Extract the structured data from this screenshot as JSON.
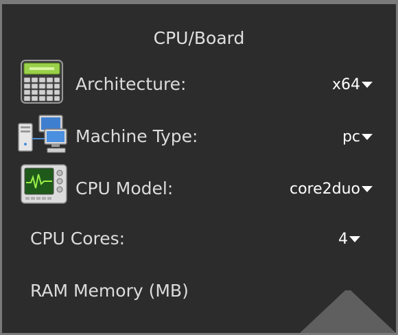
{
  "panel": {
    "title": "CPU/Board"
  },
  "rows": {
    "architecture": {
      "label": "Architecture:",
      "value": "x64",
      "icon": "calculator-icon"
    },
    "machine_type": {
      "label": "Machine Type:",
      "value": "pc",
      "icon": "network-computers-icon"
    },
    "cpu_model": {
      "label": "CPU Model:",
      "value": "core2duo",
      "icon": "system-monitor-icon"
    },
    "cpu_cores": {
      "label": "CPU Cores:",
      "value": "4"
    },
    "ram": {
      "label": "RAM Memory (MB)"
    }
  },
  "colors": {
    "panel_bg": "#2c2c2c",
    "frame": "#7a7a7a",
    "text": "#dcdcdc",
    "value_text": "#ffffff"
  }
}
